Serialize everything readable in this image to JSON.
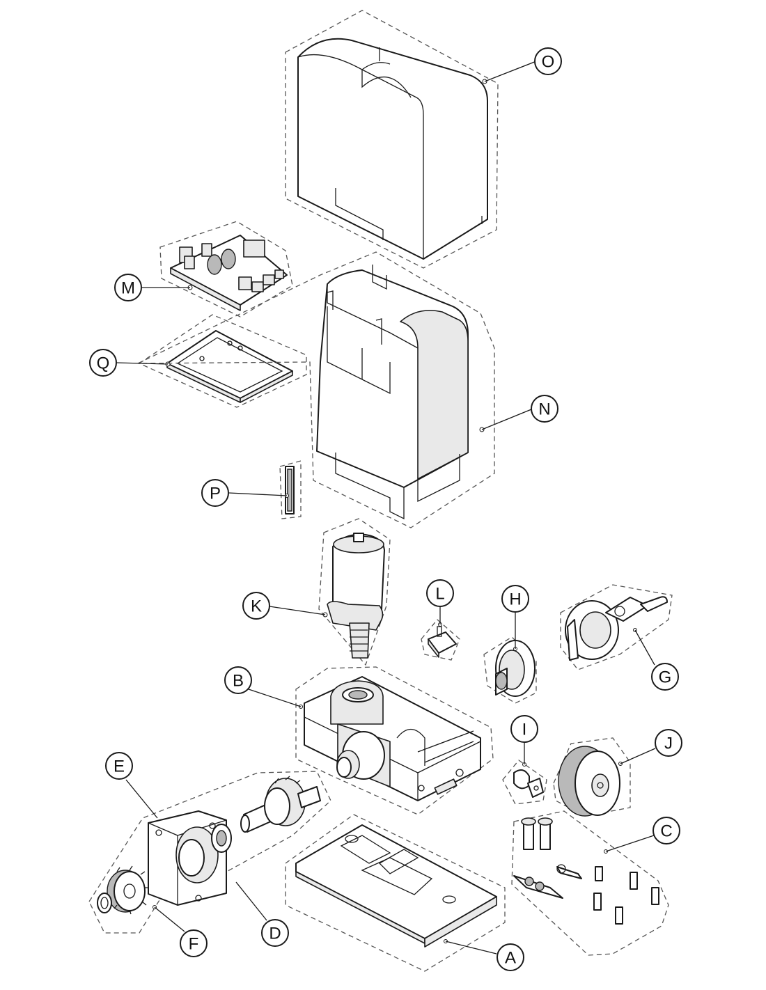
{
  "callouts": {
    "O": "O",
    "M": "M",
    "Q": "Q",
    "N": "N",
    "P": "P",
    "K": "K",
    "L": "L",
    "H": "H",
    "G": "G",
    "B": "B",
    "I": "I",
    "J": "J",
    "E": "E",
    "C": "C",
    "D": "D",
    "F": "F",
    "A": "A"
  }
}
